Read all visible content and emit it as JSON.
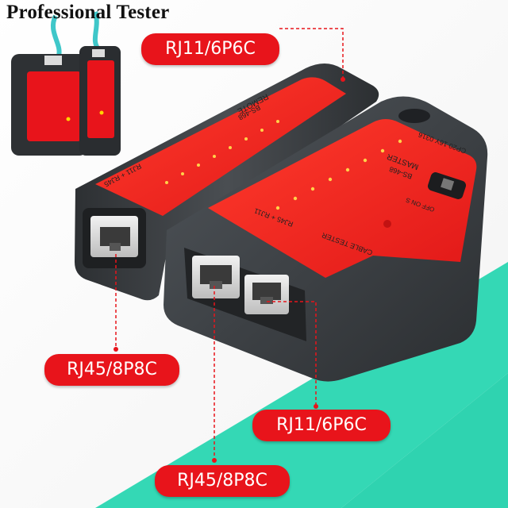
{
  "title": "Professional Tester",
  "callouts": {
    "top": "RJ11/6P6C",
    "left": "RJ45/8P8C",
    "middle": "RJ11/6P6C",
    "bottom": "RJ45/8P8C"
  },
  "remote_unit": {
    "label": "REMOTE",
    "model": "BS-468",
    "ports_label": "RJ11 + RJ45"
  },
  "master_unit": {
    "label": "MASTER",
    "model": "BS-468",
    "ports_label": "RJ45 + RJ11",
    "switch_label": "OFF ON S",
    "product_label": "CABLE TESTER",
    "cert_label": "CP20 16Y 0316"
  },
  "colors": {
    "background_teal": "#2fd3b0",
    "accent_red": "#e8141b",
    "housing_dark": "#3a3d40"
  }
}
